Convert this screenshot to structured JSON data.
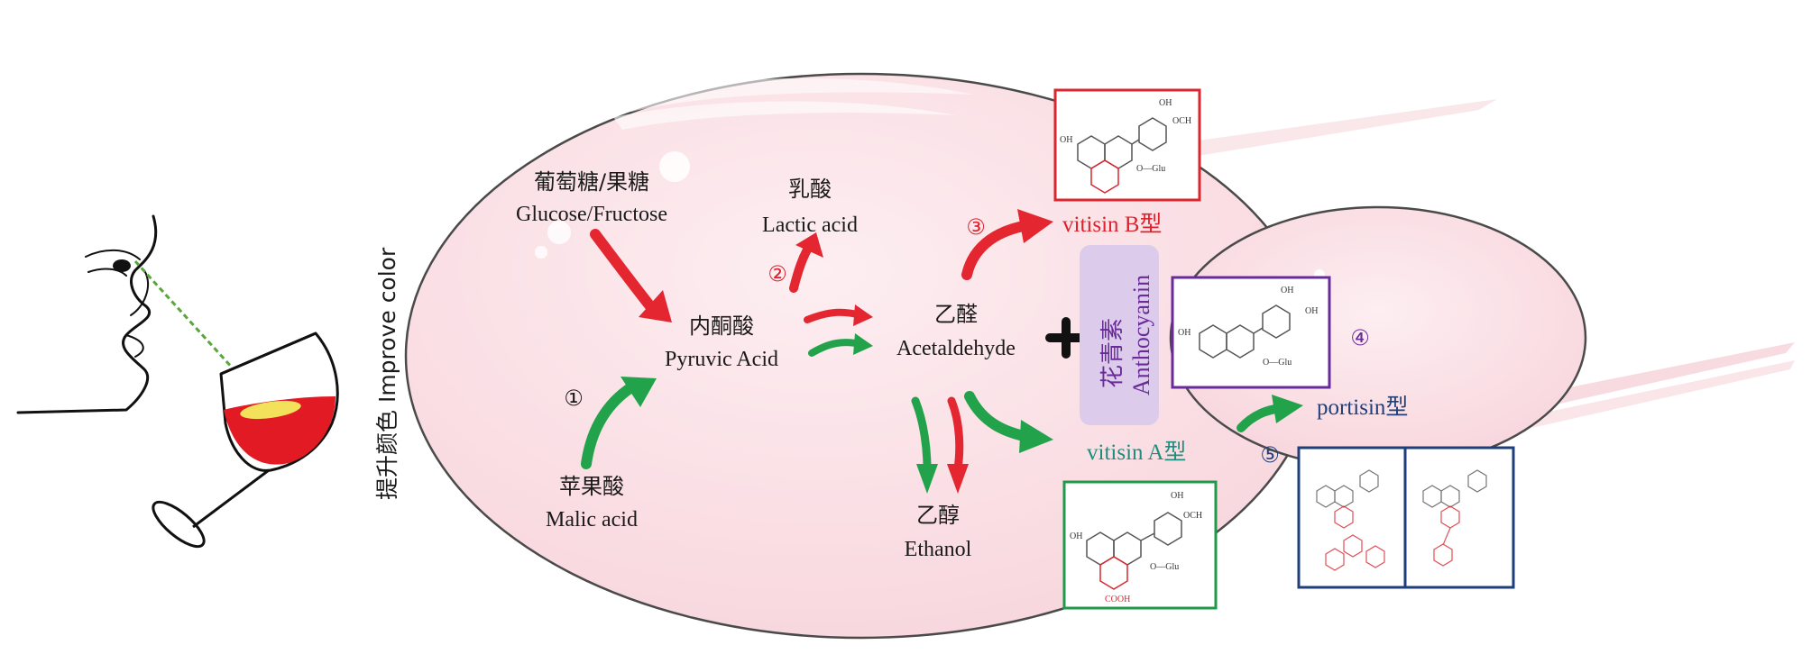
{
  "side_label": "提升颜色 Improve color",
  "nodes": {
    "glucose": {
      "zh": "葡萄糖/果糖",
      "en": "Glucose/Fructose"
    },
    "lactic": {
      "zh": "乳酸",
      "en": "Lactic acid"
    },
    "pyruvic": {
      "zh": "内酮酸",
      "en": "Pyruvic Acid"
    },
    "malic": {
      "zh": "苹果酸",
      "en": "Malic acid"
    },
    "acetaldehyde": {
      "zh": "乙醛",
      "en": "Acetaldehyde"
    },
    "ethanol": {
      "zh": "乙醇",
      "en": "Ethanol"
    },
    "anthocyanin": {
      "zh": "花青素",
      "en": "Anthocyanin"
    },
    "vitisin_b": "vitisin B型",
    "vitisin_a": "vitisin A型",
    "portisin": "portisin型"
  },
  "steps": [
    "①",
    "②",
    "③",
    "④",
    "⑤"
  ],
  "structure_labels": {
    "oh": "OH",
    "och": "OCH",
    "oglu": "O—Glu",
    "cooh": "COOH"
  },
  "colors": {
    "red_arrow": "#e3262f",
    "green_arrow": "#22a24a",
    "ellipse_fill": "#fbe4e8",
    "box_red": "#d9262f",
    "box_purple": "#6a2b9a",
    "box_green": "#1f9a48",
    "box_navy": "#1f3f7a",
    "anthocyanin_bg": "#dccbea"
  }
}
